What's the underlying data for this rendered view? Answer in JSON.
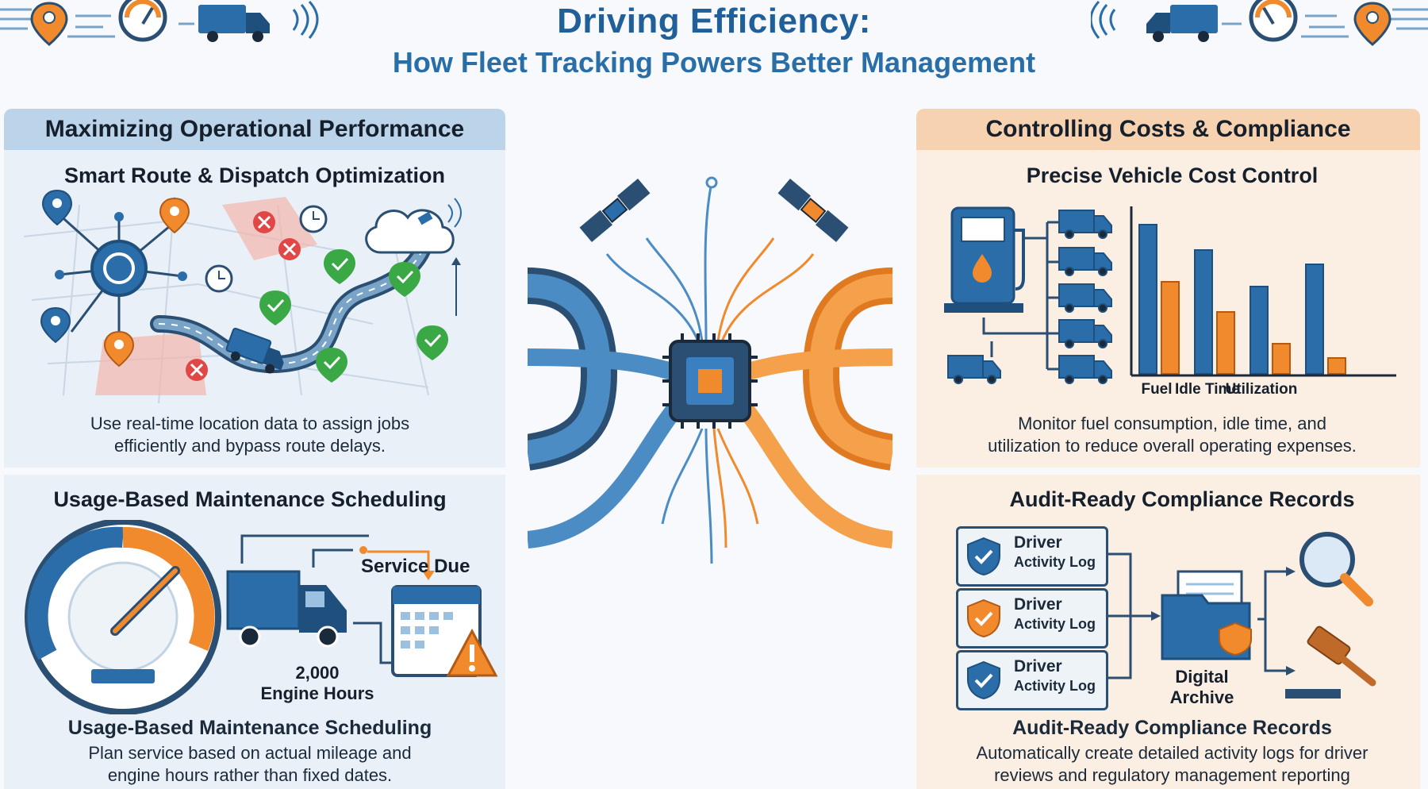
{
  "header": {
    "title": "Driving Efficiency:",
    "subtitle": "How Fleet Tracking Powers Better Management"
  },
  "left_panel": {
    "heading": "Maximizing Operational Performance",
    "route": {
      "title": "Smart Route & Dispatch Optimization",
      "description_line1": "Use real-time location data to assign jobs",
      "description_line2": "efficiently and bypass route delays."
    },
    "maintenance": {
      "title": "Usage-Based Maintenance Scheduling",
      "service_label": "Service Due",
      "hours_value": "2,000",
      "hours_label": "Engine Hours",
      "caption_title": "Usage-Based Maintenance Scheduling",
      "description_line1": "Plan service based on actual mileage and",
      "description_line2": "engine hours rather than fixed dates."
    }
  },
  "right_panel": {
    "heading": "Controlling Costs & Compliance",
    "cost": {
      "title": "Precise Vehicle Cost Control",
      "description_line1": "Monitor fuel consumption, idle time, and",
      "description_line2": "utilization to reduce overall operating expenses."
    },
    "compliance": {
      "title": "Audit-Ready Compliance Records",
      "log_line1": "Driver",
      "log_line2": "Activity Log",
      "archive_line1": "Digital",
      "archive_line2": "Archive",
      "caption_title": "Audit-Ready Compliance Records",
      "description_line1": "Automatically create detailed activity logs for driver",
      "description_line2": "reviews and regulatory management reporting"
    }
  },
  "chart_data": {
    "type": "bar",
    "categories": [
      "Fuel",
      "Idle Time",
      "Utilization"
    ],
    "series": [
      {
        "values": [
          0.94,
          0.78,
          0.55,
          0.69
        ]
      },
      {
        "values": [
          0.58,
          0.39,
          0.19,
          0.1
        ]
      }
    ],
    "series_note_categories": [
      "Fuel",
      "Idle Time",
      "Utilization",
      ""
    ],
    "colors": [
      "#2b6da8",
      "#f08a2c"
    ]
  },
  "colors": {
    "brand_blue": "#1f5f9a",
    "accent_orange": "#f08a2c",
    "ok_green": "#3aa845",
    "alert_red": "#e04848"
  }
}
